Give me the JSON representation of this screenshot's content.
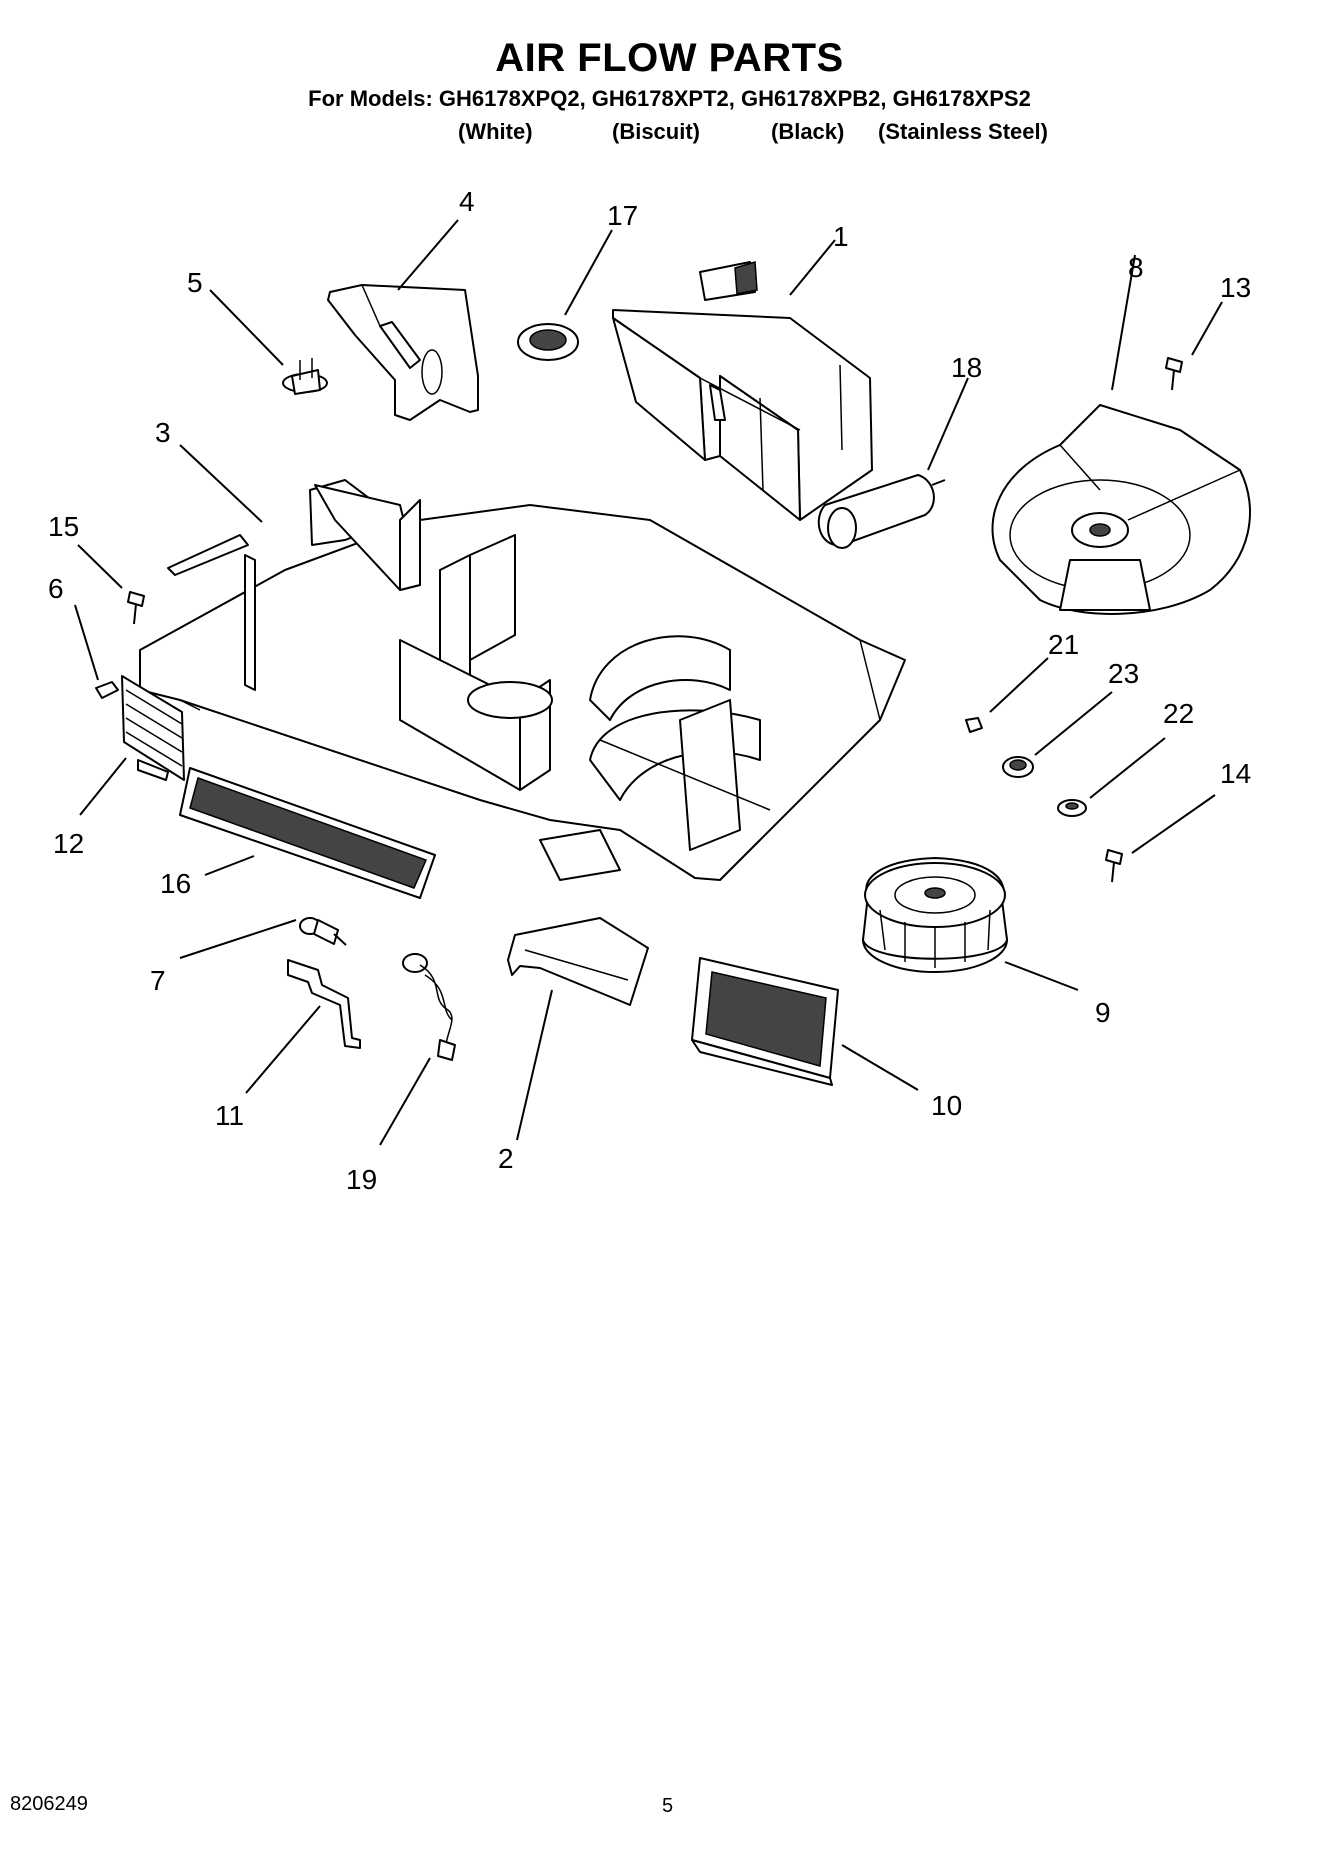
{
  "header": {
    "title": "AIR FLOW PARTS",
    "models_line": "For Models: GH6178XPQ2, GH6178XPT2, GH6178XPB2, GH6178XPS2",
    "variants": [
      "(White)",
      "(Biscuit)",
      "(Black)",
      "(Stainless Steel)"
    ]
  },
  "callouts": [
    "1",
    "2",
    "3",
    "4",
    "5",
    "6",
    "7",
    "8",
    "9",
    "10",
    "11",
    "12",
    "13",
    "14",
    "15",
    "16",
    "17",
    "18",
    "19",
    "21",
    "22",
    "23"
  ],
  "footer": {
    "doc_number": "8206249",
    "page_number": "5"
  }
}
